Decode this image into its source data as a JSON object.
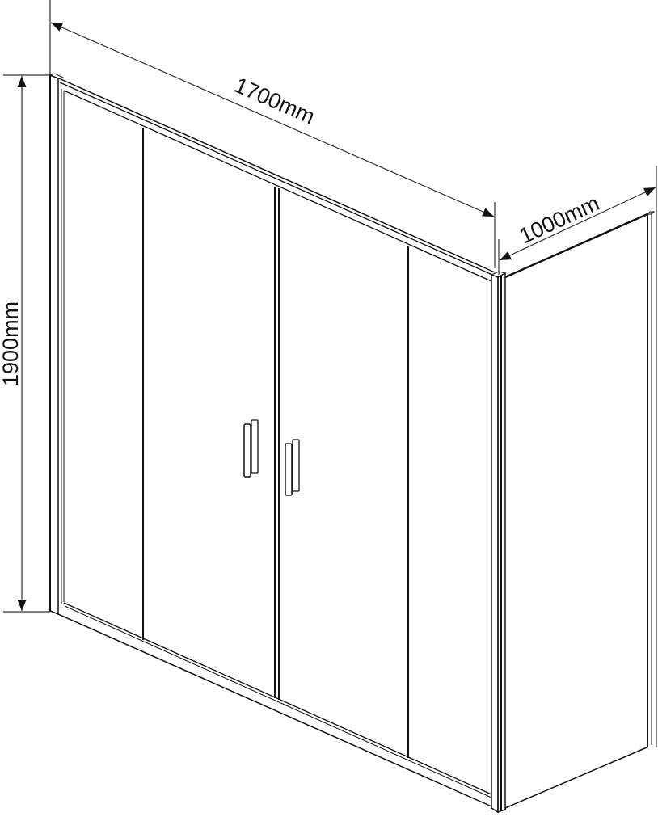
{
  "diagram": {
    "subject": "shower-enclosure",
    "dimensions": {
      "width_label": "1700mm",
      "height_label": "1900mm",
      "depth_label": "1000mm"
    },
    "colors": {
      "line": "#111111",
      "background": "#ffffff"
    }
  }
}
